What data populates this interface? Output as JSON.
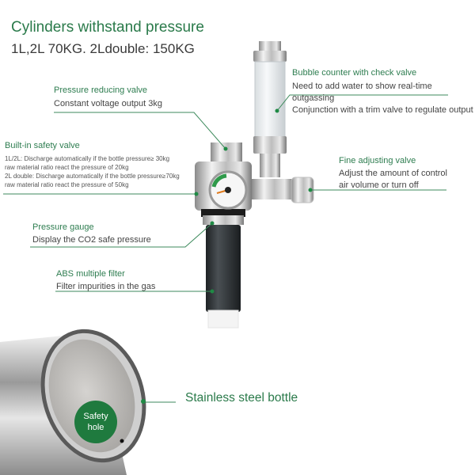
{
  "header": {
    "title": "Cylinders withstand pressure",
    "subtitle": "1L,2L 70KG. 2Ldouble: 150KG"
  },
  "callouts": {
    "bubble_counter": {
      "label": "Bubble counter with check valve",
      "lines": [
        "Need to add water to show real-time outgassing",
        "Conjunction with a trim valve to regulate output"
      ]
    },
    "pressure_reducing": {
      "label": "Pressure reducing valve",
      "lines": [
        "Constant voltage output 3kg"
      ]
    },
    "safety_valve": {
      "label": "Built-in safety valve",
      "lines": [
        "1L/2L: Discharge automatically if the bottle pressure≥ 30kg",
        "raw material ratio react the pressure of 20kg",
        "2L double: Discharge automatically if the bottle pressure≥70kg",
        "raw material ratio react the pressure of 50kg"
      ]
    },
    "fine_adjusting": {
      "label": "Fine adjusting valve",
      "lines": [
        "Adjust the amount of control",
        "air volume or turn off"
      ]
    },
    "pressure_gauge": {
      "label": "Pressure gauge",
      "lines": [
        "Display the CO2 safe pressure"
      ]
    },
    "abs_filter": {
      "label": "ABS multiple filter",
      "lines": [
        "Filter impurities in the gas"
      ]
    },
    "bottle": {
      "label": "Stainless steel bottle"
    },
    "safety_hole": {
      "line1": "Safety",
      "line2": "hole"
    }
  },
  "colors": {
    "accent_green": "#2a7a4a",
    "badge_green": "#1f7a3e",
    "text_gray": "#444444"
  }
}
